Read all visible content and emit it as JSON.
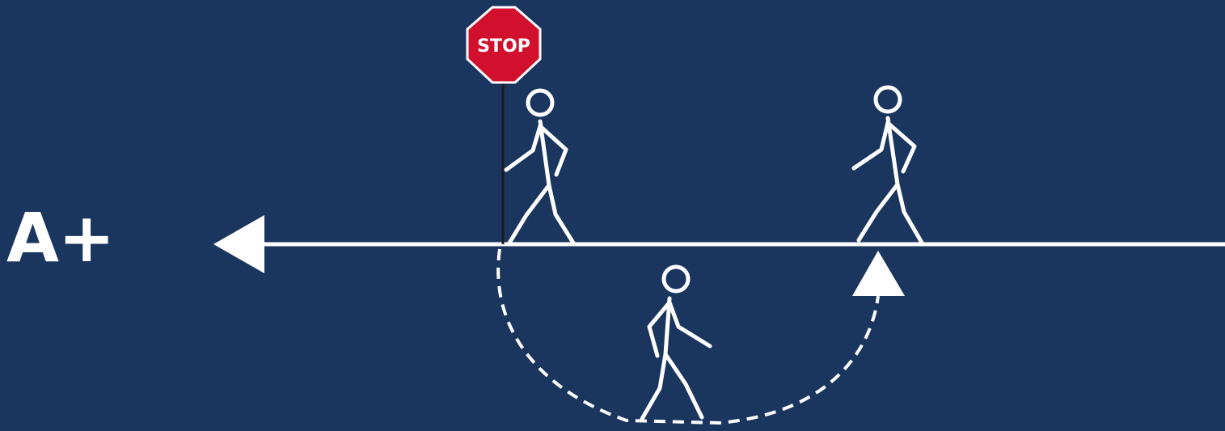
{
  "diagram": {
    "grade_label": "A+",
    "stop_sign": {
      "text": "STOP"
    },
    "figures": [
      {
        "id": "walker-at-stop"
      },
      {
        "id": "walker-returning-below"
      },
      {
        "id": "walker-rejoined"
      }
    ],
    "icons": [
      "stop-sign-icon",
      "walking-person-icon",
      "left-arrow-icon",
      "up-arrow-icon"
    ],
    "colors": {
      "background": "#1a365e",
      "lines": "#ffffff",
      "stop_sign_red": "#d0102c",
      "signpost": "#1c1c1c"
    }
  }
}
